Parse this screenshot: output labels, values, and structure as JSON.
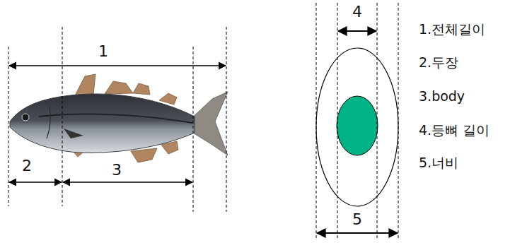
{
  "diagram": {
    "labels": [
      "1",
      "2",
      "3",
      "4",
      "5",
      "1.전체길이",
      "2.두장",
      "3.body",
      "4.등뼈 길이",
      "5.너비"
    ]
  }
}
